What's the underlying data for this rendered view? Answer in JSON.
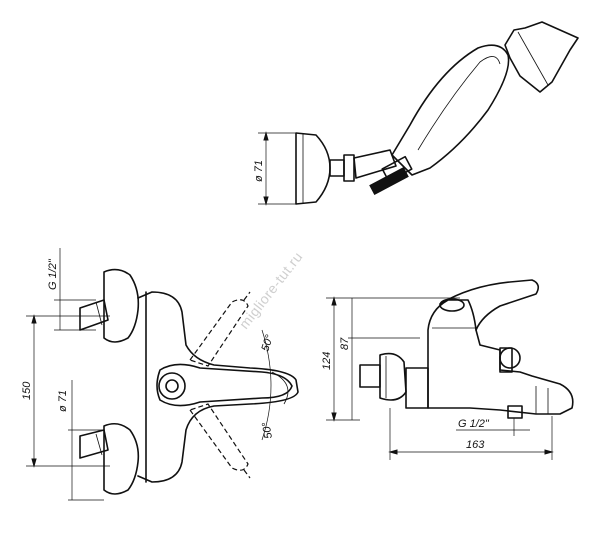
{
  "watermark": "migliore-tut.ru",
  "shower_head": {
    "diameter_label": "ø 71"
  },
  "front_view": {
    "thread_label": "G 1/2\"",
    "height_label": "150",
    "diameter_label": "ø 71",
    "angle_upper_label": "50°",
    "angle_lower_label": "50°"
  },
  "side_view": {
    "height_overall_label": "124",
    "height_inner_label": "87",
    "thread_label": "G 1/2\"",
    "length_label": "163"
  }
}
